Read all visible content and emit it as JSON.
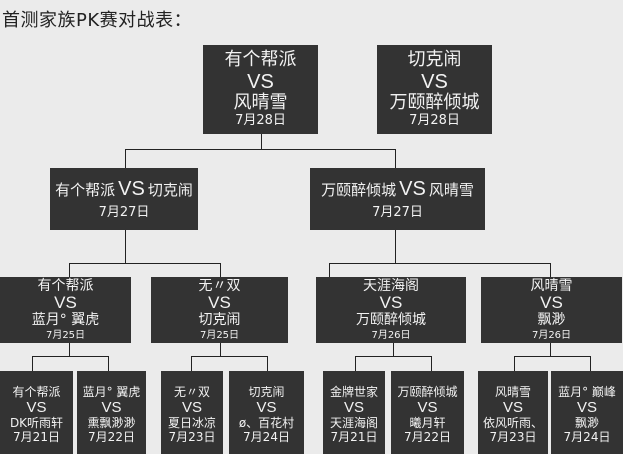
{
  "title": "首测家族PK赛对战表：",
  "colors": {
    "background": "#ebebeb",
    "box": "#333333",
    "box_text": "#f2f2f2",
    "line": "#222222"
  },
  "finals": [
    {
      "team_a": "有个帮派",
      "vs": "VS",
      "team_b": "风晴雪",
      "date": "7月28日"
    },
    {
      "team_a": "切克闹",
      "vs": "VS",
      "team_b": "万颐醉倾城",
      "date": "7月28日"
    }
  ],
  "semis": [
    {
      "team_a": "有个帮派",
      "vs": "VS",
      "team_b": "切克闹",
      "date": "7月27日"
    },
    {
      "team_a": "万颐醉倾城",
      "vs": "VS",
      "team_b": "风晴雪",
      "date": "7月27日"
    }
  ],
  "quarters": [
    {
      "team_a": "有个帮派",
      "vs": "VS",
      "team_b": "蓝月° 翼虎",
      "date": "7月25日"
    },
    {
      "team_a": "无〃双",
      "vs": "VS",
      "team_b": "切克闹",
      "date": "7月25日"
    },
    {
      "team_a": "天涯海阁",
      "vs": "VS",
      "team_b": "万颐醉倾城",
      "date": "7月26日"
    },
    {
      "team_a": "风晴雪",
      "vs": "VS",
      "team_b": "飘渺",
      "date": "7月26日"
    }
  ],
  "round1": [
    {
      "team_a": "有个帮派",
      "vs": "VS",
      "team_b": "DK听雨轩",
      "date": "7月21日"
    },
    {
      "team_a": "蓝月° 翼虎",
      "vs": "VS",
      "team_b": "熏飘渺渺",
      "date": "7月22日"
    },
    {
      "team_a": "无〃双",
      "vs": "VS",
      "team_b": "夏日冰凉",
      "date": "7月23日"
    },
    {
      "team_a": "切克闹",
      "vs": "VS",
      "team_b": "ø、百花村",
      "date": "7月24日"
    },
    {
      "team_a": "金牌世家",
      "vs": "VS",
      "team_b": "天涯海阁",
      "date": "7月21日"
    },
    {
      "team_a": "万颐醉倾城",
      "vs": "VS",
      "team_b": "曦月轩",
      "date": "7月22日"
    },
    {
      "team_a": "风晴雪",
      "vs": "VS",
      "team_b": "依风听雨、",
      "date": "7月23日"
    },
    {
      "team_a": "蓝月° 巅峰",
      "vs": "VS",
      "team_b": "飘渺",
      "date": "7月24日"
    }
  ]
}
